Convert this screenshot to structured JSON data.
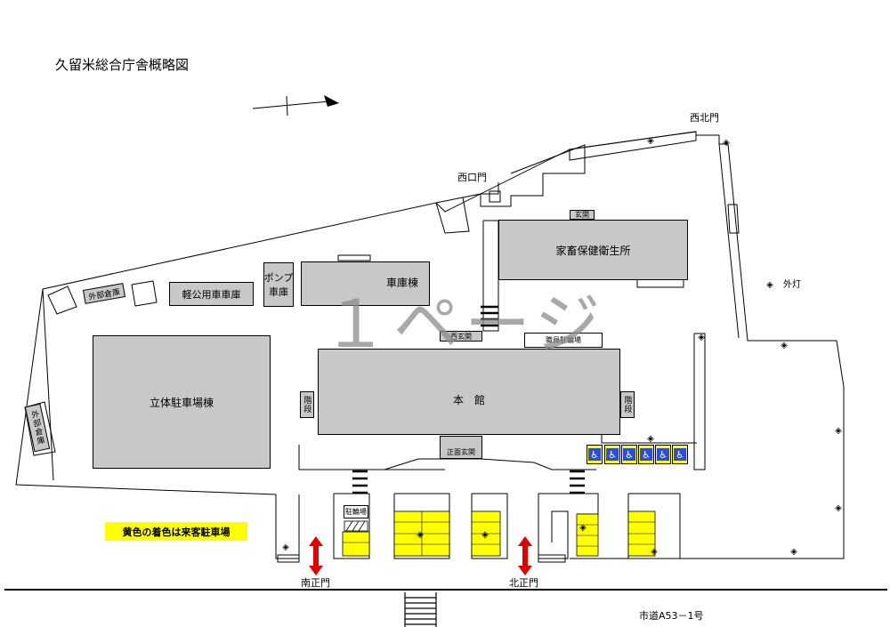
{
  "title": "久留米総合庁舎概略図",
  "watermark": "１ページ",
  "buildings": {
    "kachiku": "家畜保健衛生所",
    "shakoto": "車庫棟",
    "pump": "ポンプ\n車庫",
    "keikoyo": "軽公用車車庫",
    "gaibu_top": "外部倉庫",
    "gaibu_left": "外部倉庫",
    "rittai": "立体駐車場棟",
    "honkan": "本　館",
    "kaidan_left": "階段",
    "kaidan_right": "階段"
  },
  "entrances": {
    "genkan_top": "玄関",
    "nishi_genkan": "西玄関",
    "shokuin": "職員駐輪場",
    "shomen": "正面玄関",
    "chuirinjo": "駐輪場"
  },
  "gates": {
    "seihoku": "西北門",
    "nishiguchi": "西口門",
    "minami_sei": "南正門",
    "kita_sei": "北正門"
  },
  "labels": {
    "gaito": "外灯",
    "road": "市道A53－1号",
    "legend": "黄色の着色は来客駐車場"
  },
  "accessible_space_icon": "wheelchair-icon",
  "colors": {
    "building": "#c8c8c8",
    "visitor_parking": "#ffff00",
    "accessible": "#2d4dd6",
    "gate_arrow": "#e00000",
    "watermark": "#8c8c8c"
  }
}
